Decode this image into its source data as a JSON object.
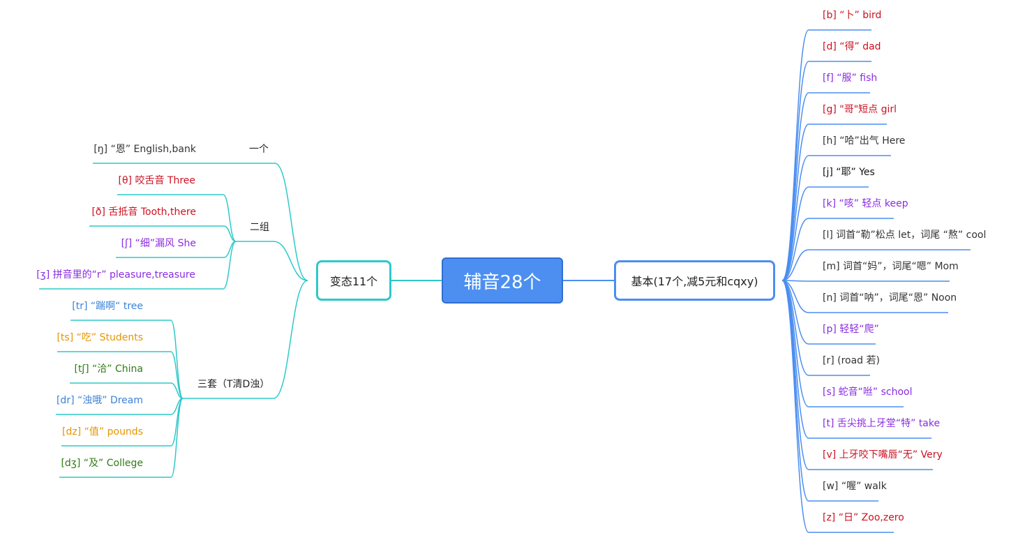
{
  "center": {
    "label": "辅音28个"
  },
  "left": {
    "label": "变态11个",
    "groups": [
      {
        "label": "一个",
        "items": [
          {
            "text": "[ŋ] “恩” English,bank",
            "color": "#333333"
          }
        ]
      },
      {
        "label": "二组",
        "items": [
          {
            "text": "[θ] 咬舌音 Three",
            "color": "#cc1122"
          },
          {
            "text": "[ð] 舌抵音 Tooth,there",
            "color": "#cc1122"
          },
          {
            "text": "[ʃ] “细”漏风 She",
            "color": "#8a2be2"
          },
          {
            "text": "[ʒ] 拼音里的“r” pleasure,treasure",
            "color": "#8a2be2"
          }
        ]
      },
      {
        "label": "三套（T清D浊）",
        "items": [
          {
            "text": "[tr] “踹啊“ tree",
            "color": "#3b82d6"
          },
          {
            "text": "[ts] “吃” Students",
            "color": "#e69500"
          },
          {
            "text": "[tʃ] “洽” China",
            "color": "#2e7d14"
          },
          {
            "text": "[dr] “浊哦” Dream",
            "color": "#3b82d6"
          },
          {
            "text": "[dz] “值” pounds",
            "color": "#e69500"
          },
          {
            "text": "[dʒ] “及” College",
            "color": "#2e7d14"
          }
        ]
      }
    ]
  },
  "right": {
    "label": "基本(17个,减5元和cqxy)",
    "items": [
      {
        "text": "[b] “卜” bird",
        "color": "#cc1122"
      },
      {
        "text": "[d] “得” dad",
        "color": "#cc1122"
      },
      {
        "text": "[f] “服” fish",
        "color": "#8a2be2"
      },
      {
        "text": "[g] \"哥\"短点 girl",
        "color": "#cc1122"
      },
      {
        "text": "[h] “哈”出气 Here",
        "color": "#333333"
      },
      {
        "text": "[j] “耶” Yes",
        "color": "#111111"
      },
      {
        "text": "[k] “咳” 轻点 keep",
        "color": "#8a2be2"
      },
      {
        "text": "[l] 词首“勒”松点 let，词尾 “熬” cool",
        "color": "#333333"
      },
      {
        "text": "[m] 词首“妈”，词尾“嗯” Mom",
        "color": "#333333"
      },
      {
        "text": "[n] 词首“呐”，词尾“恩” Noon",
        "color": "#333333"
      },
      {
        "text": "[p] 轻轻“爬”",
        "color": "#8a2be2"
      },
      {
        "text": "[r] (road 若)",
        "color": "#333333"
      },
      {
        "text": "[s] 蛇音“咝” school",
        "color": "#8a2be2"
      },
      {
        "text": "[t] 舌尖挑上牙堂“特” take",
        "color": "#8a2be2"
      },
      {
        "text": "[v] 上牙咬下嘴唇“无” Very",
        "color": "#cc1122"
      },
      {
        "text": "[w] “喔” walk",
        "color": "#333333"
      },
      {
        "text": "[z] “日” Zoo,zero",
        "color": "#cc1122"
      }
    ]
  },
  "colors": {
    "left_line": "#2ec8c9",
    "right_line": "#4b8ef0",
    "center_fill": "#4c8ff0"
  }
}
